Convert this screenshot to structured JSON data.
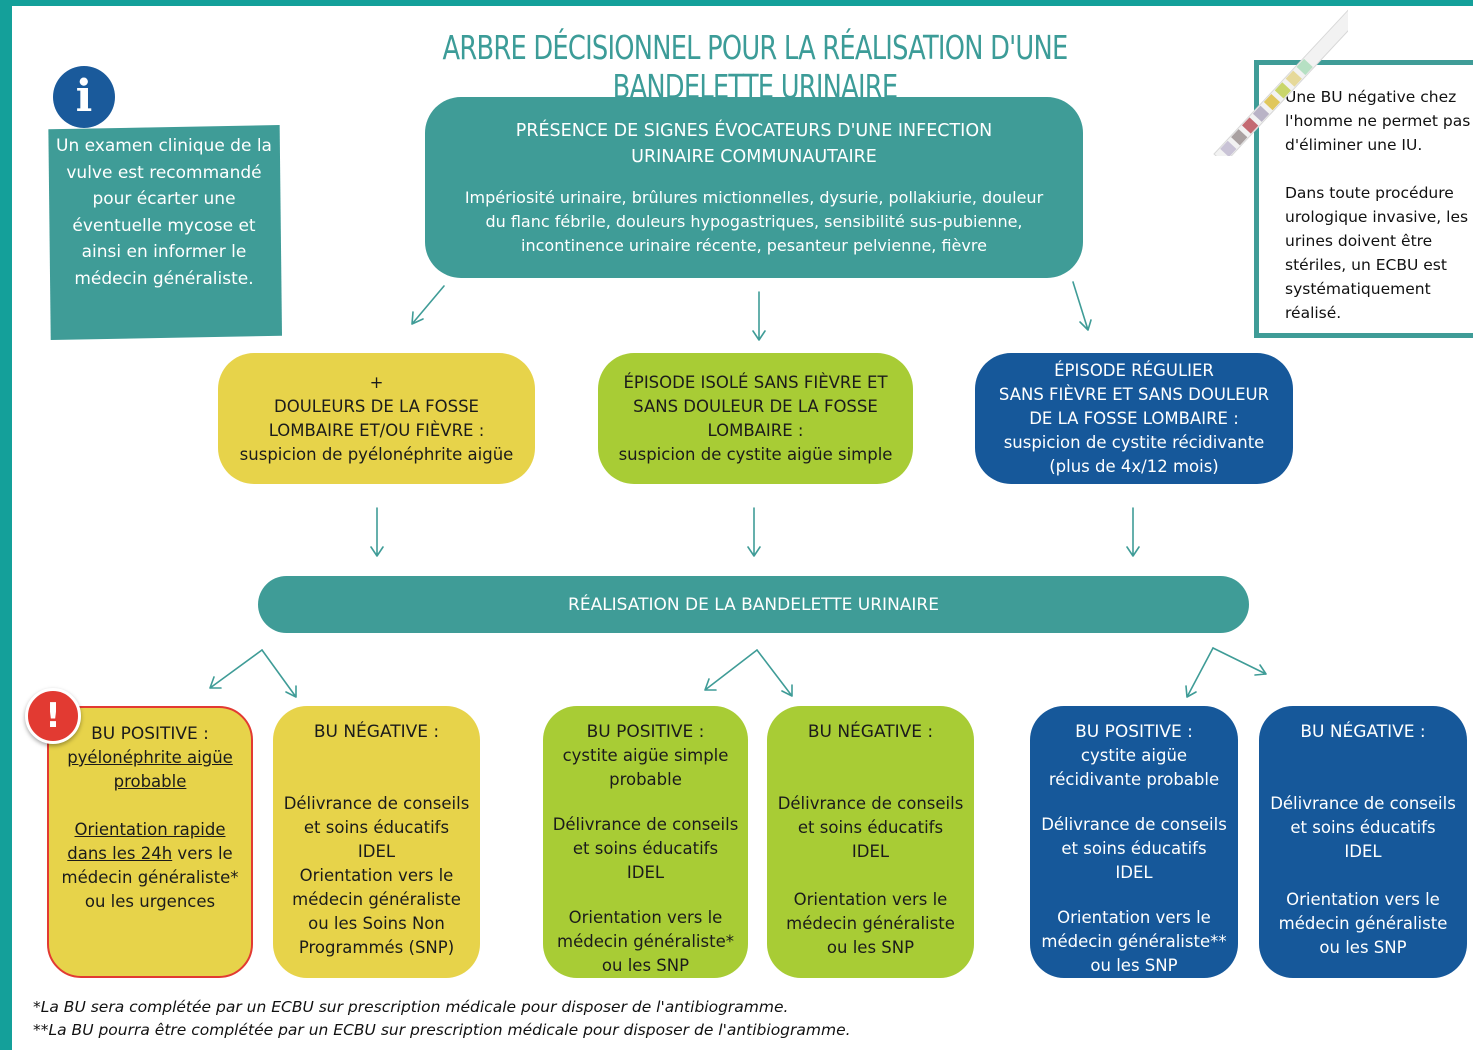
{
  "title": "ARBRE DÉCISIONNEL POUR LA RÉALISATION D'UNE BANDELETTE URINAIRE",
  "info_box": {
    "icon": "info-icon",
    "text": "Un examen clinique de la vulve est recommandé pour écarter une éventuelle mycose et ainsi en informer le médecin généraliste."
  },
  "side_note": {
    "p1": "Une BU négative chez l'homme ne permet pas d'éliminer une IU.",
    "p2": "Dans toute procédure urologique invasive, les urines doivent être stériles, un ECBU est systématiquement réalisé."
  },
  "root": {
    "heading_l1": "PRÉSENCE DE SIGNES ÉVOCATEURS D'UNE INFECTION",
    "heading_l2": "URINAIRE COMMUNAUTAIRE",
    "body_l1": "Impériosité urinaire, brûlures mictionnelles, dysurie, pollakiurie, douleur",
    "body_l2": "du flanc fébrile, douleurs hypogastriques, sensibilité sus-pubienne,",
    "body_l3": "incontinence urinaire récente, pesanteur pelvienne, fièvre"
  },
  "categories": [
    {
      "lines": [
        "+",
        "DOULEURS DE LA FOSSE",
        "LOMBAIRE ET/OU FIÈVRE :",
        "suspicion de pyélonéphrite aigüe"
      ]
    },
    {
      "lines": [
        "ÉPISODE ISOLÉ SANS FIÈVRE ET",
        "SANS DOULEUR DE LA FOSSE",
        "LOMBAIRE :",
        "suspicion de cystite aigüe simple"
      ]
    },
    {
      "lines": [
        "ÉPISODE RÉGULIER",
        "SANS FIÈVRE ET SANS DOULEUR",
        "DE LA FOSSE LOMBAIRE :",
        "suspicion de cystite récidivante",
        "(plus de 4x/12 mois)"
      ]
    }
  ],
  "bar": "RÉALISATION DE LA BANDELETTE URINAIRE",
  "results": [
    {
      "head": "BU POSITIVE :",
      "l1": "pyélonéphrite aigüe",
      "l2": "probable",
      "l3": "Orientation rapide",
      "l4": "dans les 24h",
      "l4b": " vers le",
      "l5": "médecin généraliste*",
      "l6": "ou les urgences"
    },
    {
      "head": "BU NÉGATIVE :",
      "l1": "Délivrance de conseils",
      "l2": "et soins éducatifs",
      "l3": "IDEL",
      "l4": "Orientation vers le",
      "l5": "médecin généraliste",
      "l6": "ou les Soins Non",
      "l7": "Programmés (SNP)"
    },
    {
      "head": "BU POSITIVE :",
      "l1": "cystite aigüe simple",
      "l2": "probable",
      "l3": "Délivrance de conseils",
      "l4": "et soins éducatifs",
      "l5": "IDEL",
      "l6": "Orientation vers le",
      "l7": "médecin généraliste*",
      "l8": "ou les SNP"
    },
    {
      "head": "BU NÉGATIVE :",
      "l1": "Délivrance de conseils",
      "l2": "et soins éducatifs",
      "l3": "IDEL",
      "l4": "Orientation vers le",
      "l5": "médecin généraliste",
      "l6": "ou les SNP"
    },
    {
      "head": "BU POSITIVE :",
      "l1": "cystite aigüe",
      "l2": "récidivante probable",
      "l3": "Délivrance de conseils",
      "l4": "et soins éducatifs",
      "l5": "IDEL",
      "l6": "Orientation vers le",
      "l7": "médecin généraliste**",
      "l8": "ou les SNP"
    },
    {
      "head": "BU NÉGATIVE :",
      "l1": "Délivrance de conseils",
      "l2": "et soins éducatifs",
      "l3": "IDEL",
      "l4": "Orientation vers le",
      "l5": "médecin généraliste",
      "l6": "ou les SNP"
    }
  ],
  "alert_icon": "!",
  "footnotes": [
    "*La BU sera complétée par un ECBU sur prescription médicale pour disposer de l'antibiogramme.",
    "**La BU pourra être complétée par un ECBU sur prescription médicale pour disposer de l'antibiogramme."
  ],
  "colors": {
    "teal": "#3f9c97",
    "yellow": "#e7d34a",
    "lime": "#a8cc35",
    "blue": "#16589a",
    "alert": "#e23a32"
  }
}
